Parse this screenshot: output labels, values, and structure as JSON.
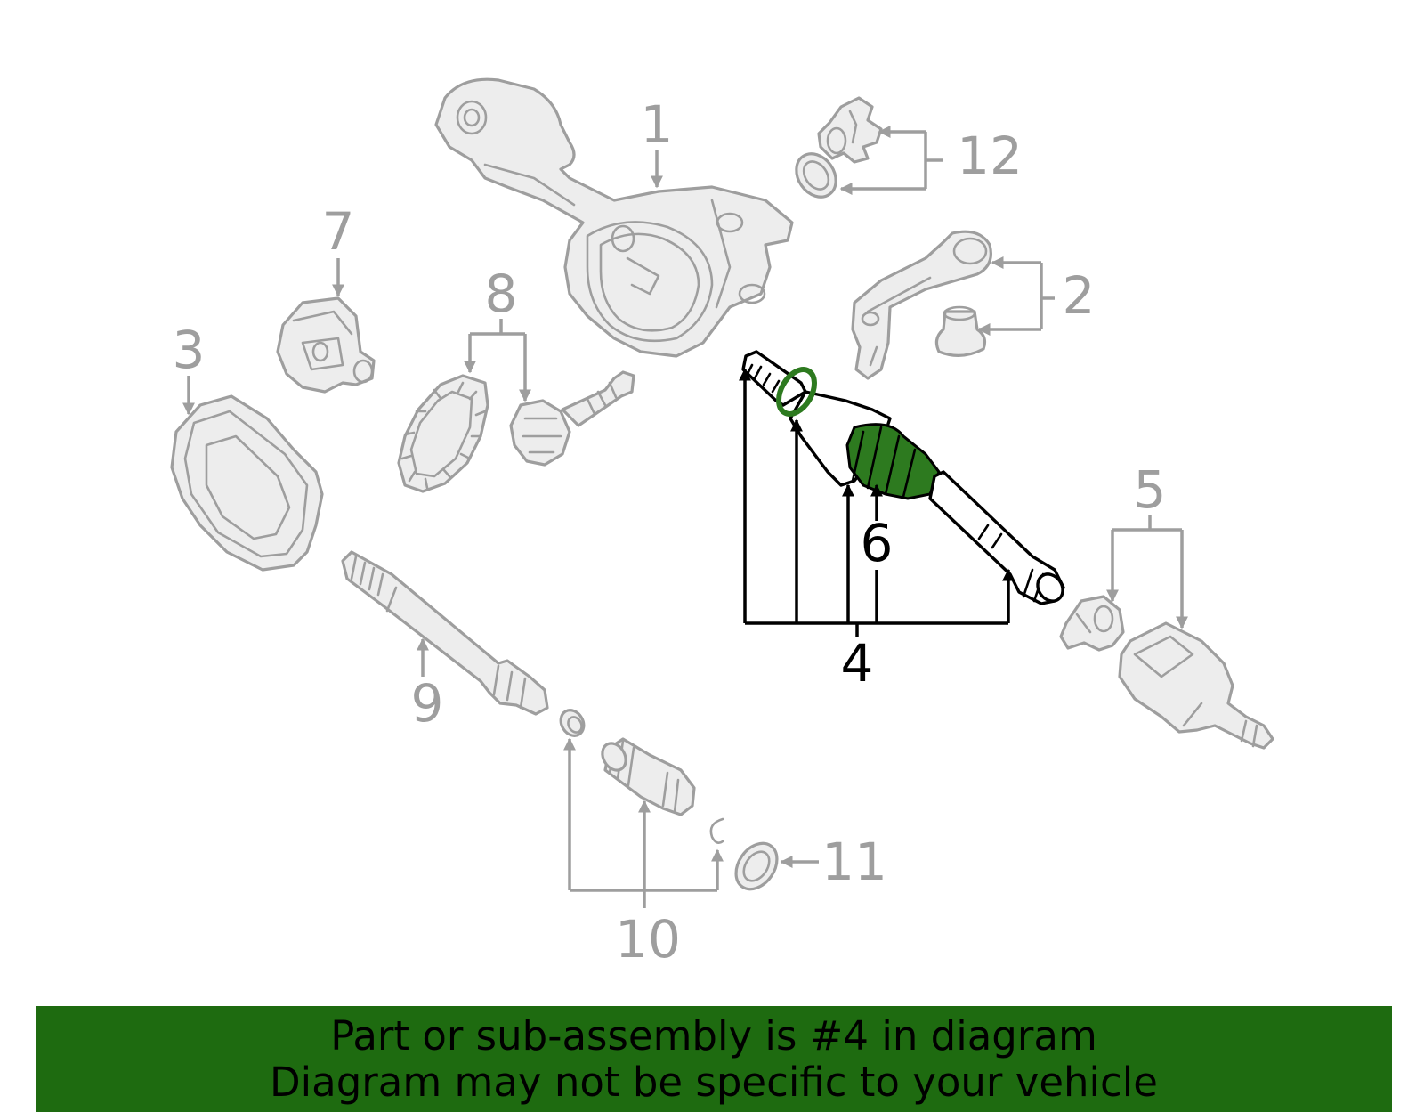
{
  "callouts": {
    "c1": "1",
    "c2": "2",
    "c3": "3",
    "c4": "4",
    "c5": "5",
    "c6": "6",
    "c7": "7",
    "c8": "8",
    "c9": "9",
    "c10": "10",
    "c11": "11",
    "c12": "12"
  },
  "highlighted_callout": "4",
  "banner": {
    "line1": "Part or sub-assembly is #4 in diagram",
    "line2": "Diagram may not be specific to your vehicle",
    "background_color": "#1e6b10"
  },
  "colors": {
    "part_stroke": "#9e9e9e",
    "part_fill": "#ededed",
    "highlight": "#2d7a1f",
    "highlight_stroke": "#000000"
  }
}
